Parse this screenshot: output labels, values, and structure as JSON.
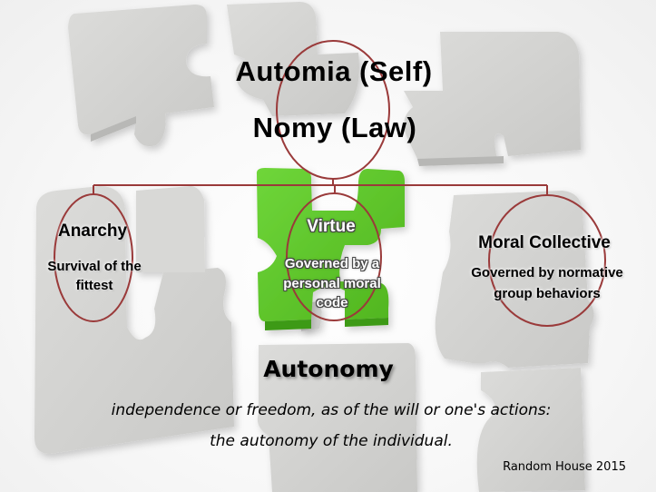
{
  "colors": {
    "connector": "#9a3a3a",
    "green_piece": "#5ec62a",
    "grey_piece": "#d4d4d2",
    "text": "#000000"
  },
  "title": {
    "line1": "Automia (Self)",
    "line2": "Nomy (Law)"
  },
  "branches": [
    {
      "heading": "Anarchy",
      "description_line1": "Survival of the",
      "description_line2": "fittest"
    },
    {
      "heading": "Virtue",
      "description_line1": "Governed by a",
      "description_line2": "personal moral",
      "description_line3": "code"
    },
    {
      "heading": "Moral Collective",
      "description_line1": "Governed by normative",
      "description_line2": "group behaviors"
    }
  ],
  "definition": {
    "term": "Autonomy",
    "line1": "independence  or freedom, as of the will or one's actions:",
    "line2": "the autonomy of the individual.",
    "source": "Random House 2015"
  }
}
